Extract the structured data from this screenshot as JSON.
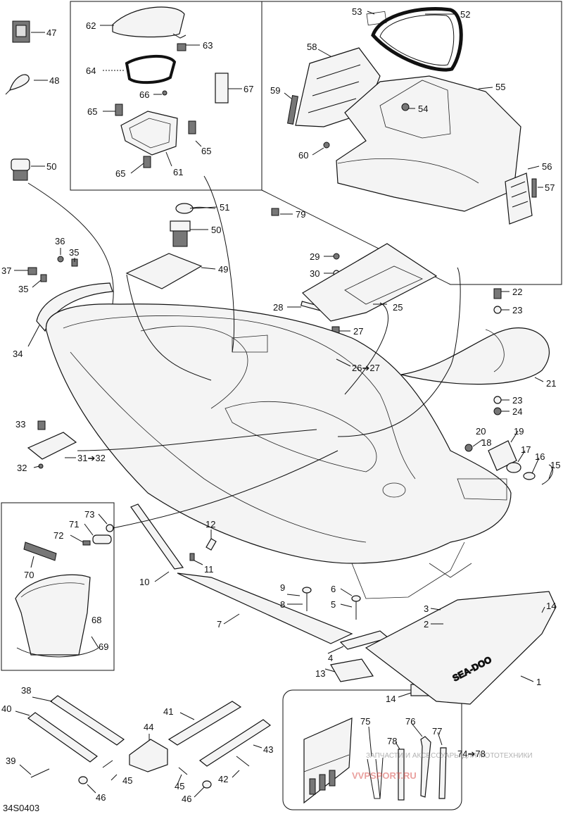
{
  "diagram": {
    "code": "34S0403",
    "watermark_top": "ЗАПЧАСТИ И АКСЕССУАРЫ ДЛЯ МОТОТЕХНИКИ",
    "watermark_main": "VVPSPORT.RU",
    "hull_logo": "SEA-DOO"
  },
  "callouts": [
    {
      "id": "c47",
      "text": "47"
    },
    {
      "id": "c48",
      "text": "48"
    },
    {
      "id": "c50a",
      "text": "50"
    },
    {
      "id": "c62",
      "text": "62"
    },
    {
      "id": "c63",
      "text": "63"
    },
    {
      "id": "c64",
      "text": "64"
    },
    {
      "id": "c66",
      "text": "66"
    },
    {
      "id": "c67",
      "text": "67"
    },
    {
      "id": "c65a",
      "text": "65"
    },
    {
      "id": "c65b",
      "text": "65"
    },
    {
      "id": "c65c",
      "text": "65"
    },
    {
      "id": "c61",
      "text": "61"
    },
    {
      "id": "c53",
      "text": "53"
    },
    {
      "id": "c52",
      "text": "52"
    },
    {
      "id": "c58",
      "text": "58"
    },
    {
      "id": "c59",
      "text": "59"
    },
    {
      "id": "c54",
      "text": "54"
    },
    {
      "id": "c55",
      "text": "55"
    },
    {
      "id": "c60",
      "text": "60"
    },
    {
      "id": "c56",
      "text": "56"
    },
    {
      "id": "c57",
      "text": "57"
    },
    {
      "id": "c51",
      "text": "51"
    },
    {
      "id": "c50b",
      "text": "50"
    },
    {
      "id": "c79",
      "text": "79"
    },
    {
      "id": "c49",
      "text": "49"
    },
    {
      "id": "c36",
      "text": "36"
    },
    {
      "id": "c35a",
      "text": "35"
    },
    {
      "id": "c37",
      "text": "37"
    },
    {
      "id": "c35b",
      "text": "35"
    },
    {
      "id": "c34",
      "text": "34"
    },
    {
      "id": "c29",
      "text": "29"
    },
    {
      "id": "c30",
      "text": "30"
    },
    {
      "id": "c28",
      "text": "28"
    },
    {
      "id": "c25",
      "text": "25"
    },
    {
      "id": "c27",
      "text": "27"
    },
    {
      "id": "c26",
      "text": "26➔27"
    },
    {
      "id": "c22",
      "text": "22"
    },
    {
      "id": "c23a",
      "text": "23"
    },
    {
      "id": "c21",
      "text": "21"
    },
    {
      "id": "c23b",
      "text": "23"
    },
    {
      "id": "c24",
      "text": "24"
    },
    {
      "id": "c33",
      "text": "33"
    },
    {
      "id": "c31",
      "text": "31➔32"
    },
    {
      "id": "c32",
      "text": "32"
    },
    {
      "id": "c20",
      "text": "20"
    },
    {
      "id": "c19",
      "text": "19"
    },
    {
      "id": "c18",
      "text": "18"
    },
    {
      "id": "c17",
      "text": "17"
    },
    {
      "id": "c16",
      "text": "16"
    },
    {
      "id": "c15",
      "text": "15"
    },
    {
      "id": "c73",
      "text": "73"
    },
    {
      "id": "c71",
      "text": "71"
    },
    {
      "id": "c72",
      "text": "72"
    },
    {
      "id": "c70",
      "text": "70"
    },
    {
      "id": "c68",
      "text": "68"
    },
    {
      "id": "c69",
      "text": "69"
    },
    {
      "id": "c12",
      "text": "12"
    },
    {
      "id": "c11",
      "text": "11"
    },
    {
      "id": "c10",
      "text": "10"
    },
    {
      "id": "c9",
      "text": "9"
    },
    {
      "id": "c8",
      "text": "8"
    },
    {
      "id": "c6",
      "text": "6"
    },
    {
      "id": "c5",
      "text": "5"
    },
    {
      "id": "c7",
      "text": "7"
    },
    {
      "id": "c3",
      "text": "3"
    },
    {
      "id": "c2",
      "text": "2"
    },
    {
      "id": "c14a",
      "text": "14"
    },
    {
      "id": "c4",
      "text": "4"
    },
    {
      "id": "c13",
      "text": "13"
    },
    {
      "id": "c14b",
      "text": "14"
    },
    {
      "id": "c1",
      "text": "1"
    },
    {
      "id": "c38",
      "text": "38"
    },
    {
      "id": "c40",
      "text": "40"
    },
    {
      "id": "c41",
      "text": "41"
    },
    {
      "id": "c44",
      "text": "44"
    },
    {
      "id": "c43",
      "text": "43"
    },
    {
      "id": "c39",
      "text": "39"
    },
    {
      "id": "c45a",
      "text": "45"
    },
    {
      "id": "c45b",
      "text": "45"
    },
    {
      "id": "c42",
      "text": "42"
    },
    {
      "id": "c46a",
      "text": "46"
    },
    {
      "id": "c46b",
      "text": "46"
    },
    {
      "id": "c75",
      "text": "75"
    },
    {
      "id": "c76",
      "text": "76"
    },
    {
      "id": "c77",
      "text": "77"
    },
    {
      "id": "c78",
      "text": "78"
    },
    {
      "id": "c74",
      "text": "74➔78"
    }
  ]
}
